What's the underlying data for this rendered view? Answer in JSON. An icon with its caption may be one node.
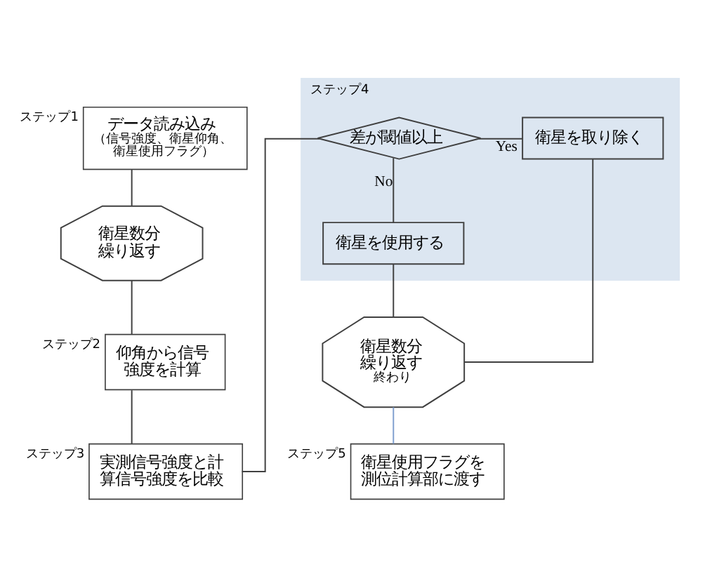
{
  "diagram": {
    "nodes": [
      {
        "text": [
          "データ読み込み",
          "（信号強度、衛星仰角、衛星使用フラグ）"
        ],
        "beside": [
          "ステップ1"
        ]
      },
      {
        "text": [
          "衛星数分繰り返す"
        ]
      },
      {
        "text": [
          "仰角から信号強度を計算"
        ],
        "beside": [
          "ステップ2"
        ]
      },
      {
        "text": [
          "実測信号強度と計算信号強度を比較"
        ],
        "beside": [
          "ステップ3"
        ]
      },
      {
        "text": [
          "ステップ4"
        ]
      },
      {
        "text": [
          "差が閾値以上"
        ],
        "in": 4
      },
      {
        "text": [
          "衛星を取り除く"
        ],
        "in": 4
      },
      {
        "text": [
          "衛星を使用する"
        ],
        "in": 4
      },
      {
        "text": [
          "衛星数分繰り返す",
          "終わり"
        ]
      },
      {
        "text": [
          "衛星使用フラグを測位計算部に渡す"
        ],
        "beside": [
          "ステップ5"
        ]
      }
    ],
    "edges": [
      {
        "from": 0,
        "to": 1,
        "arrow": "none"
      },
      {
        "from": 1,
        "to": 2,
        "arrow": "none"
      },
      {
        "from": 2,
        "to": 3,
        "arrow": "none"
      },
      {
        "from": 3,
        "to": 5,
        "arrow": "none"
      },
      {
        "from": 5,
        "to": 6,
        "label": "Yes",
        "arrow": "none"
      },
      {
        "from": 5,
        "to": 7,
        "label": "No",
        "arrow": "none"
      },
      {
        "from": 7,
        "to": 8,
        "arrow": "none"
      },
      {
        "from": 6,
        "to": 8,
        "arrow": "none"
      },
      {
        "from": 8,
        "to": 9,
        "arrow": "none",
        "color": "#7f9fcf"
      }
    ]
  }
}
